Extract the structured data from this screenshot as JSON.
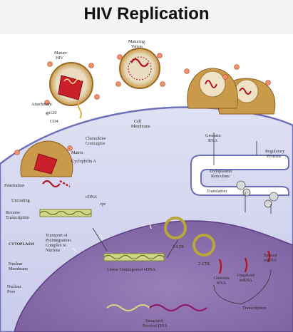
{
  "title": "HIV Replication",
  "labels": {
    "mature_hiv_1": "Mature",
    "mature_hiv_2": "HIV",
    "maturing_virion_1": "Maturing",
    "maturing_virion_2": "Virion",
    "attachment": "Attachment",
    "gp120": "gp120",
    "cd4": "CD4",
    "chemokine_1": "Chemokine",
    "chemokine_2": "Coreceptor",
    "cell_membrane_1": "Cell",
    "cell_membrane_2": "Membrane",
    "matrix": "Matrix",
    "cyclophilin": "Cyclophilin A",
    "penetration": "Penetration",
    "uncoating": "Uncoating",
    "cdna": "cDNA",
    "vpr": "vpr",
    "reverse_1": "Reverse",
    "reverse_2": "Transcription",
    "transport_1": "Transport of",
    "transport_2": "Preintegration",
    "transport_3": "Complex to",
    "transport_4": "Nucleus",
    "cytoplasm": "CYTOPLASM",
    "nuclear_membrane_1": "Nuclear",
    "nuclear_membrane_2": "Membrane",
    "nuclear_pore_1": "Nuclear",
    "nuclear_pore_2": "Pore",
    "linear_vdna": "Linear Unintegrated vDNA",
    "one_ltr": "1-LTR",
    "two_ltr": "2-LTR",
    "integrated_1": "Integrated",
    "integrated_2": "Proviral DNA",
    "genomic_rna_top_1": "Genomic",
    "genomic_rna_top_2": "RNA",
    "er_1": "Endoplasmic",
    "er_2": "Reticulum",
    "regulatory_1": "Regulatory",
    "regulatory_2": "Proteins",
    "translation": "Translation",
    "genomic_rna_bottom_1": "Genomic",
    "genomic_rna_bottom_2": "RNA",
    "unspliced_1": "Unspliced",
    "unspliced_2": "mRNA",
    "spliced_1": "Spliced",
    "spliced_2": "mRNA",
    "transcription": "Transcription"
  }
}
